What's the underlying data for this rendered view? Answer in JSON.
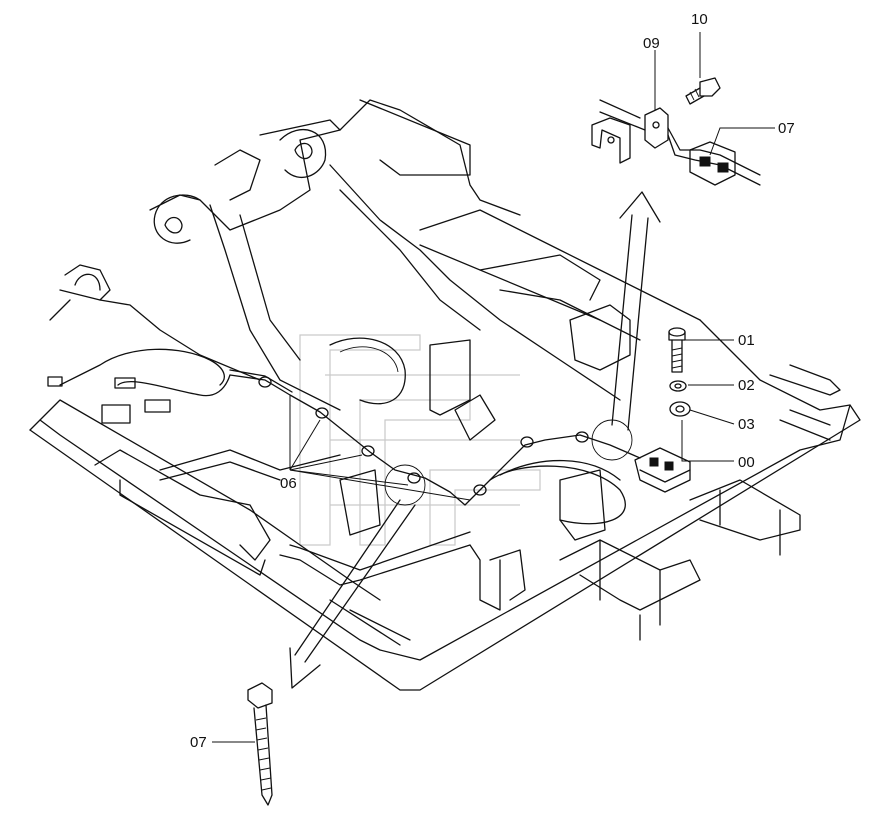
{
  "labels": {
    "p10": "10",
    "p09": "09",
    "p07_top": "07",
    "p01": "01",
    "p02": "02",
    "p03": "03",
    "p00": "00",
    "p06": "06",
    "p07_bottom": "07"
  }
}
